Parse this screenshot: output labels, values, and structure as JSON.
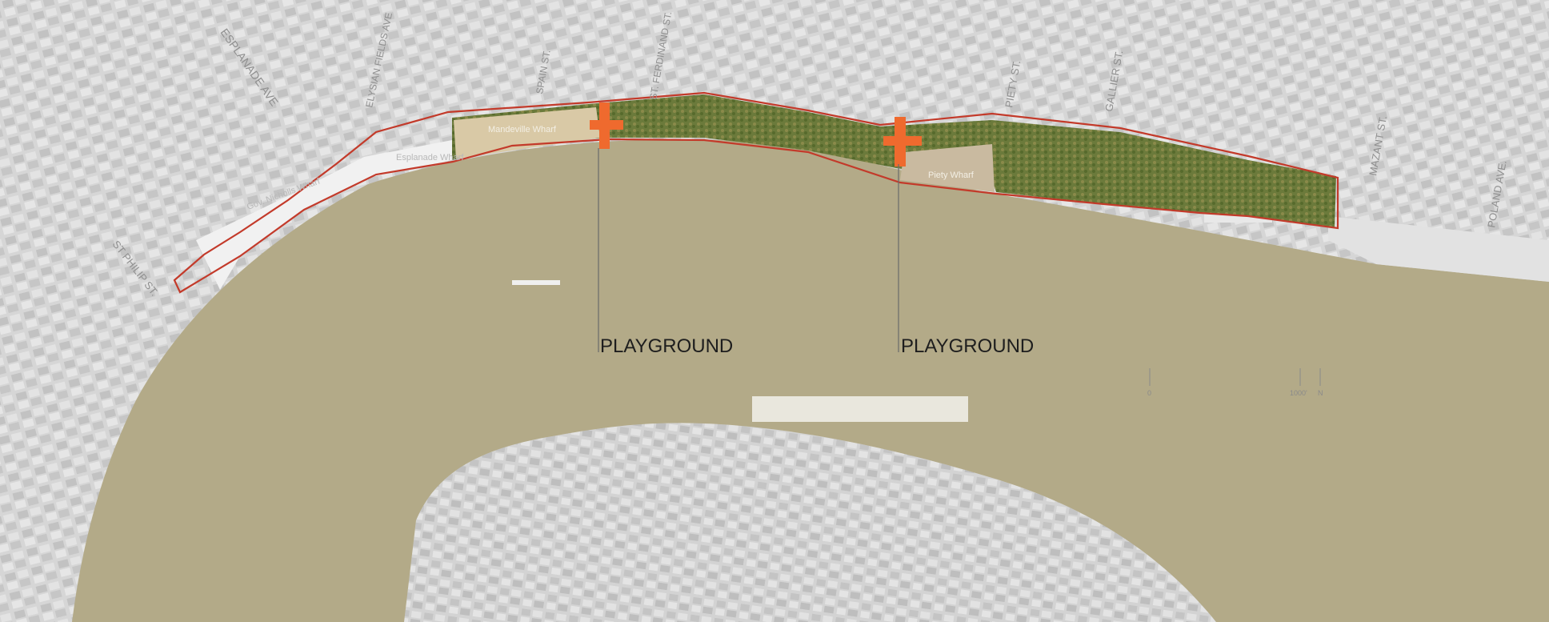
{
  "map": {
    "streets": [
      {
        "id": "elysian-fields",
        "label": "ELYSIAN FIELDS AVE"
      },
      {
        "id": "esplanade",
        "label": "ESPLANADE AVE"
      },
      {
        "id": "spain",
        "label": "SPAIN ST."
      },
      {
        "id": "st-ferdinand",
        "label": "ST. FERDINAND ST."
      },
      {
        "id": "piety",
        "label": "PIETY ST."
      },
      {
        "id": "gallier",
        "label": "GALLIER ST."
      },
      {
        "id": "mazant",
        "label": "MAZANT ST."
      },
      {
        "id": "poland",
        "label": "POLAND AVE."
      },
      {
        "id": "st-philip",
        "label": "ST PHILIP ST."
      }
    ],
    "wharves": [
      {
        "id": "esplanade-wharf",
        "label": "Esplanade Wharf"
      },
      {
        "id": "mandeville-wharf",
        "label": "Mandeville Wharf"
      },
      {
        "id": "piety-wharf",
        "label": "Piety Wharf"
      },
      {
        "id": "gov-nicholls-wharf",
        "label": "Gov. Nicholls Wharf"
      }
    ],
    "callouts": [
      {
        "id": "playground-1",
        "label": "PLAYGROUND"
      },
      {
        "id": "playground-2",
        "label": "PLAYGROUND"
      }
    ],
    "scale_bar": {
      "start_label": "0",
      "end_label": "1000'",
      "north_label": "N"
    },
    "colors": {
      "river": "#b3aa88",
      "land": "#d4d4d4",
      "park_green": "#6e7f3a",
      "boundary": "#c33a2a",
      "marker": "#ef6a2e"
    }
  }
}
